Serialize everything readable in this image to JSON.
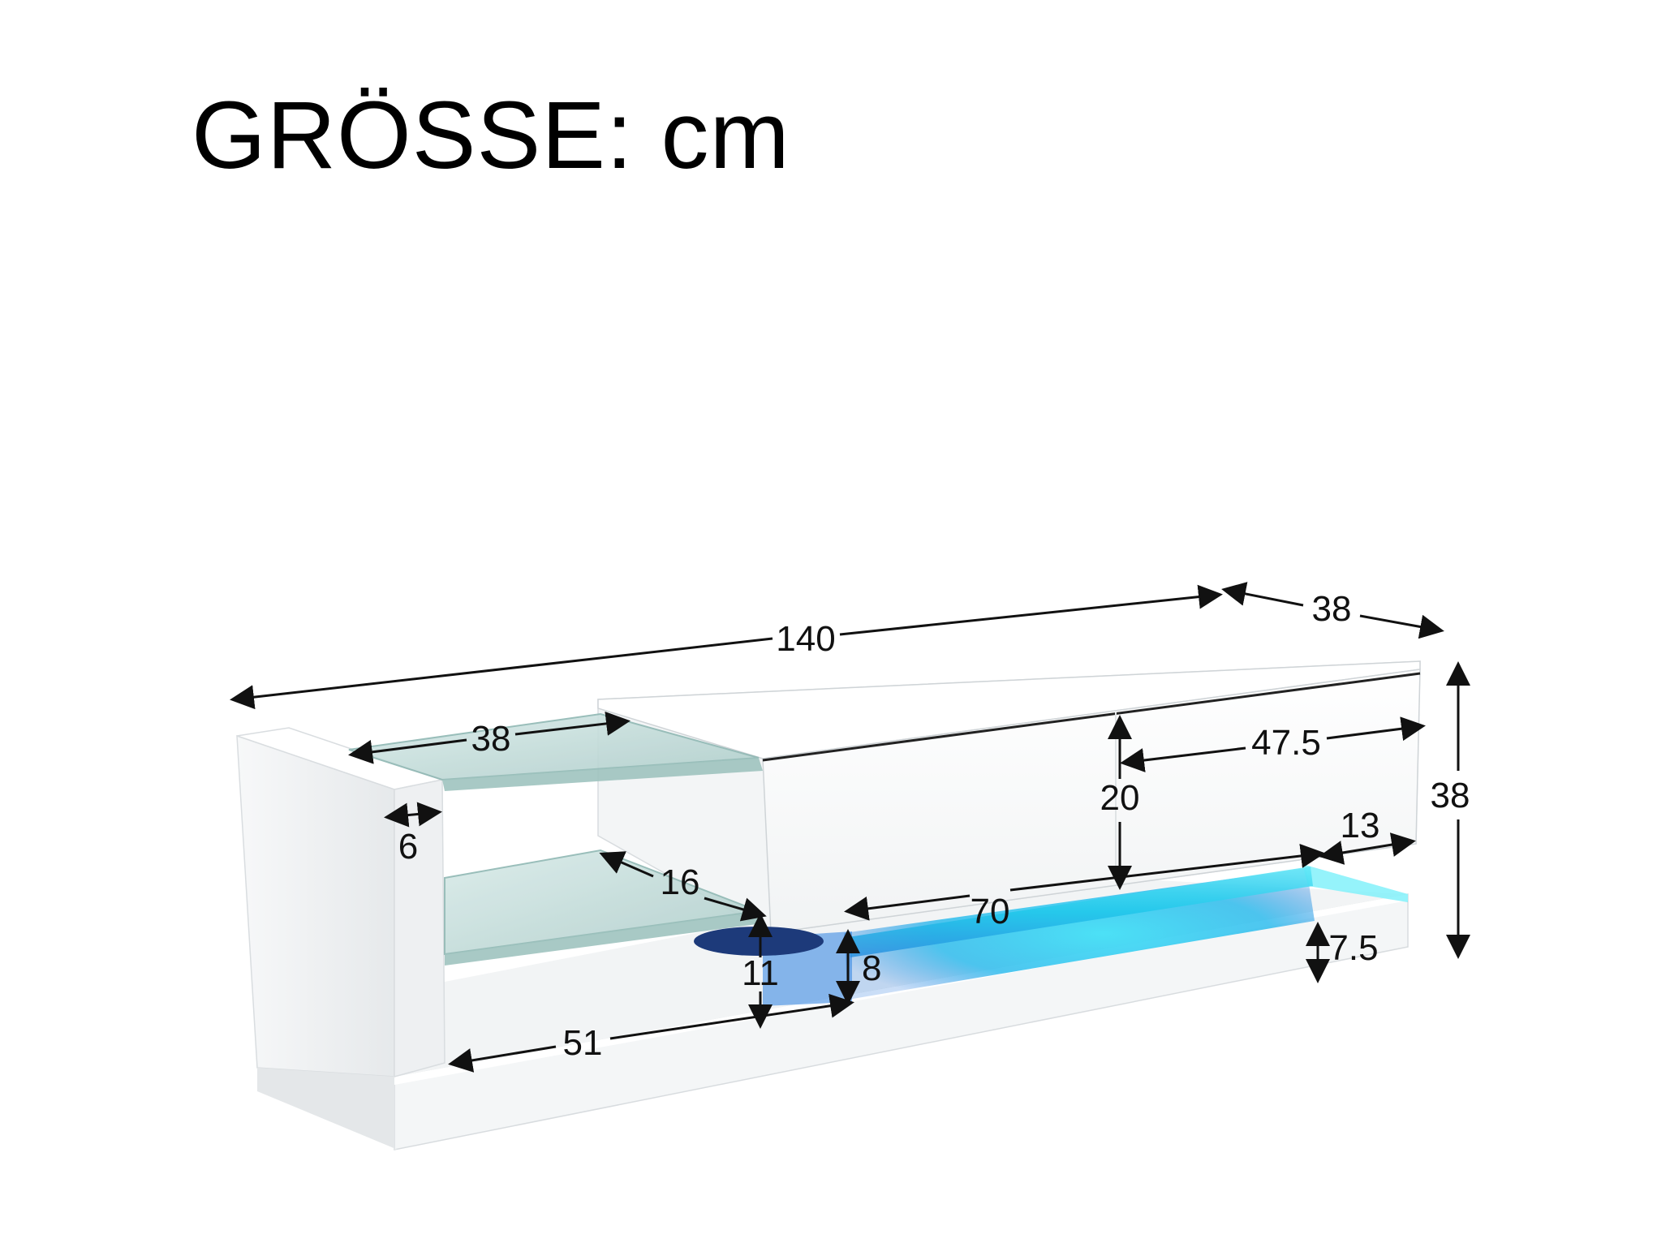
{
  "title": "GRÖSSE: cm",
  "colors": {
    "panel": "#ffffff",
    "panel_shade": "#e9ecee",
    "glass": "#bcd6d4",
    "led": "#22d6f2",
    "dim_line": "#111111"
  },
  "dimensions": {
    "total_width": "140",
    "depth": "38",
    "height": "38",
    "glass_width": "38",
    "side_panel": "6",
    "shelf_depth": "16",
    "drawer_width": "47.5",
    "drawer_height": "20",
    "recess": "13",
    "lower_width": "70",
    "plinth": "7.5",
    "led_gap": "8",
    "open_height": "11",
    "open_width": "51"
  }
}
